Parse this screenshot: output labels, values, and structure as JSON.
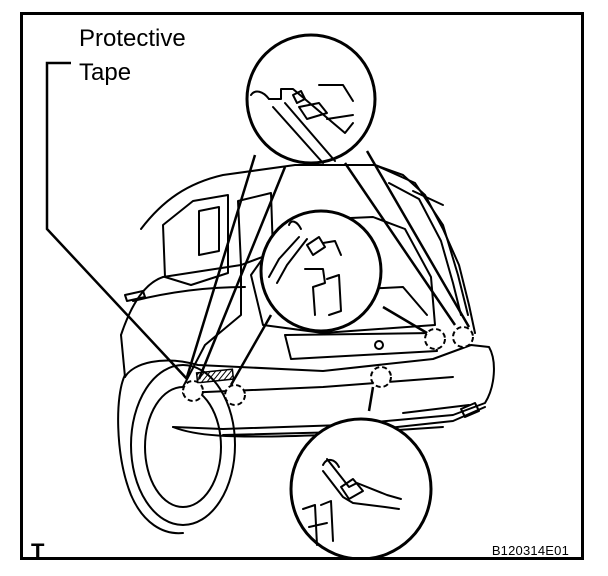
{
  "callout": {
    "line1": "Protective",
    "line2": "Tape"
  },
  "corner_tag": "T",
  "figure_code": "B120314E01",
  "colors": {
    "ink": "#000000",
    "paper": "#ffffff",
    "tape_hatch": "#222222"
  },
  "icons": [
    "car-rear-view",
    "magnifier-circle",
    "clip-detail",
    "dashed-location-circle"
  ]
}
